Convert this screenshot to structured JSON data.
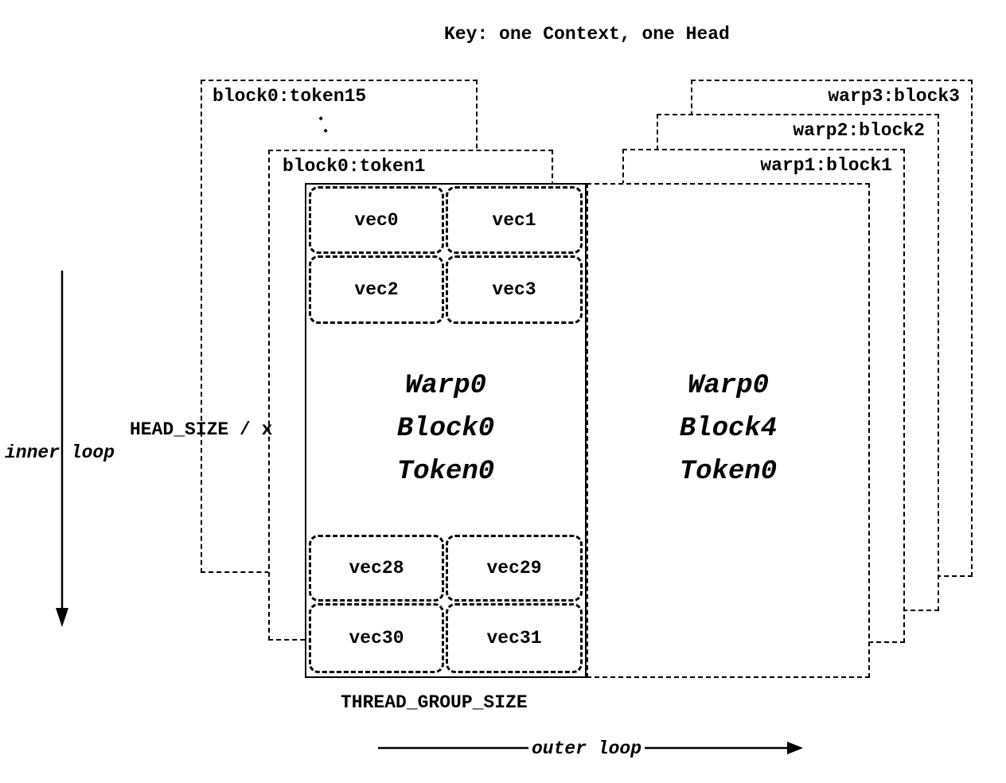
{
  "title": "Key: one Context, one Head",
  "left_stack": {
    "token15_label": "block0:token15",
    "ellipsis": "·.",
    "token1_label": "block0:token1"
  },
  "right_stack": {
    "warp3_label": "warp3:block3",
    "warp2_label": "warp2:block2",
    "warp1_label": "warp1:block1"
  },
  "block0": {
    "vecs_top": [
      "vec0",
      "vec1",
      "vec2",
      "vec3"
    ],
    "title_lines": [
      "Warp0",
      "Block0",
      "Token0"
    ],
    "vecs_bottom": [
      "vec28",
      "vec29",
      "vec30",
      "vec31"
    ]
  },
  "block4": {
    "title_lines": [
      "Warp0",
      "Block4",
      "Token0"
    ]
  },
  "labels": {
    "head_size": "HEAD_SIZE / x",
    "inner_loop": "inner loop",
    "thread_group_size": "THREAD_GROUP_SIZE",
    "outer_loop": "outer loop"
  }
}
